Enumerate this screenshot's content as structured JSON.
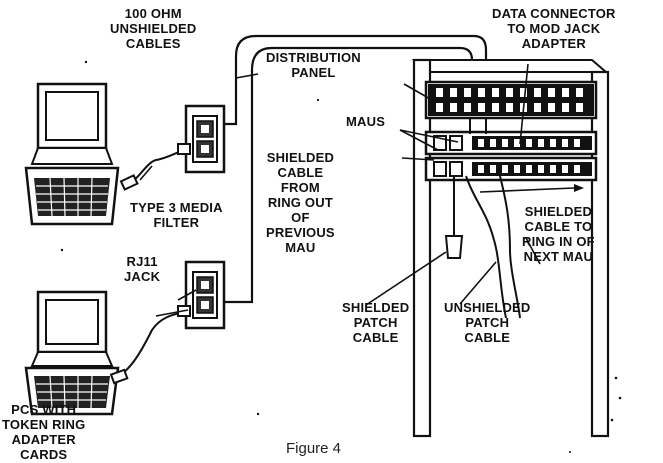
{
  "labels": {
    "cables_100ohm": [
      "100 OHM",
      "UNSHIELDED",
      "CABLES"
    ],
    "data_connector": [
      "DATA CONNECTOR",
      "TO MOD JACK",
      "ADAPTER"
    ],
    "distribution_panel": [
      "DISTRIBUTION",
      "PANEL"
    ],
    "maus": "MAUS",
    "shielded_cable_from": [
      "SHIELDED",
      "CABLE",
      "FROM",
      "RING OUT",
      "OF",
      "PREVIOUS",
      "MAU"
    ],
    "type3_filter": [
      "TYPE 3 MEDIA",
      "FILTER"
    ],
    "rj11_jack": [
      "RJ11",
      "JACK"
    ],
    "shielded_cable_to": [
      "SHIELDED",
      "CABLE TO",
      "RING IN OF",
      "NEXT MAU"
    ],
    "shielded_patch": [
      "SHIELDED",
      "PATCH",
      "CABLE"
    ],
    "unshielded_patch": [
      "UNSHIELDED",
      "PATCH",
      "CABLE"
    ],
    "pcs": [
      "PCS WITH",
      "TOKEN RING",
      "ADAPTER",
      "CARDS"
    ]
  },
  "caption": "Figure 4",
  "colors": {
    "ink": "#111111",
    "background": "#ffffff"
  }
}
